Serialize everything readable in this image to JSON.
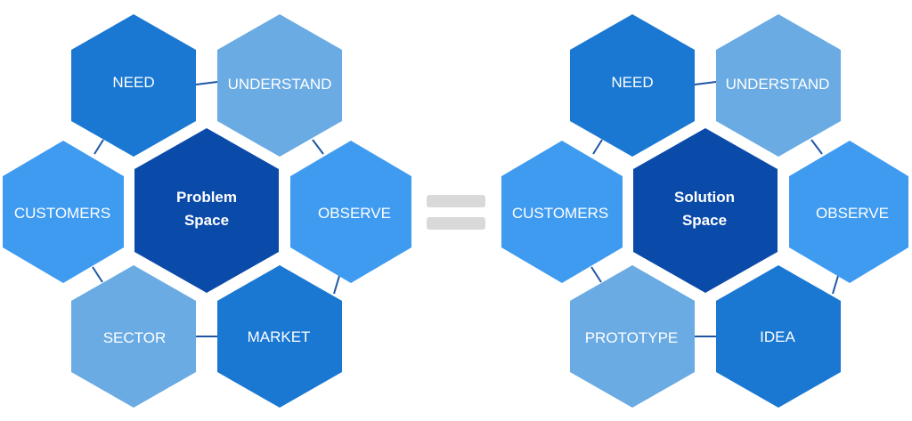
{
  "colors": {
    "center": "#0a4aa8",
    "dark": "#1a78d2",
    "medium": "#3f9bf0",
    "light": "#6aabe3",
    "connector": "#1f56a3",
    "equals": "#d9d9d9"
  },
  "problem": {
    "center_line1": "Problem",
    "center_line2": "Space",
    "need": "NEED",
    "understand": "UNDERSTAND",
    "customers": "CUSTOMERS",
    "observe": "OBSERVE",
    "sector": "SECTOR",
    "market": "MARKET"
  },
  "solution": {
    "center_line1": "Solution",
    "center_line2": "Space",
    "need": "NEED",
    "understand": "UNDERSTAND",
    "customers": "CUSTOMERS",
    "observe": "OBSERVE",
    "prototype": "PROTOTYPE",
    "idea": "IDEA"
  }
}
